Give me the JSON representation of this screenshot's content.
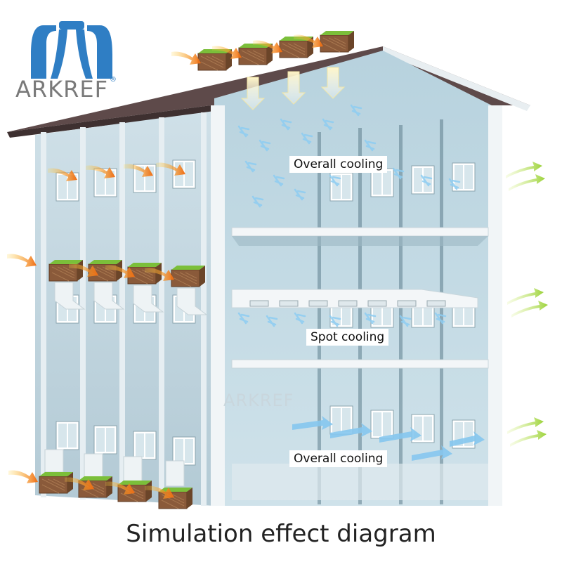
{
  "brand": {
    "name": "ARKREF",
    "registered_mark": "®",
    "color": "#2f7ec4"
  },
  "labels": {
    "top": "Overall cooling",
    "middle": "Spot cooling",
    "bottom": "Overall cooling"
  },
  "watermark": "ARKREF",
  "caption": "Simulation effect diagram",
  "colors": {
    "roof": "#5e4a4a",
    "wall": "#bcd3dd",
    "interior": "#9fc0cc",
    "floor_slab": "#f3f6f8",
    "cooler_pad": "#8a5a3a",
    "cooler_top": "#7bbf3a",
    "hot_air": "#f08a1a",
    "cool_air": "#88c9f0",
    "exhaust_air": "#a6d84a"
  },
  "icons": [
    "brand-logo-icon",
    "air-cooler-icon",
    "hot-air-arrow-icon",
    "cool-air-arrow-icon",
    "exhaust-arrow-icon"
  ]
}
